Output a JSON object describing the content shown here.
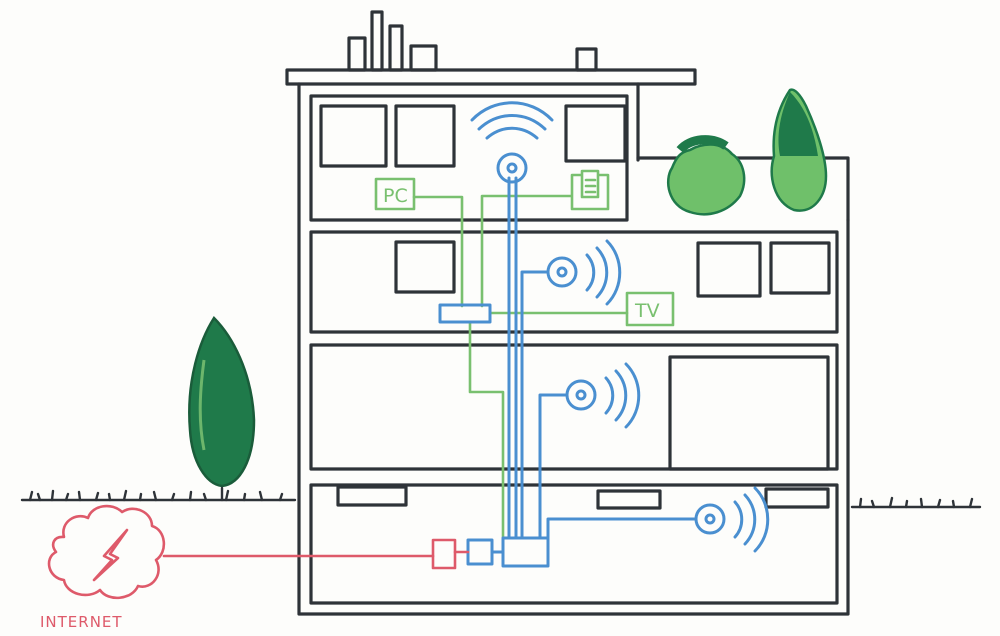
{
  "labels": {
    "pc": "PC",
    "tv": "TV",
    "internet": "INTERNET"
  },
  "colors": {
    "ink": "#2e3338",
    "wifi_cable": "#4a8fd0",
    "lan_cable": "#79c06f",
    "internet_line": "#de5a6a",
    "tree_dark": "#1f7a4a",
    "tree_light": "#8fd07a"
  },
  "icons": {
    "internet": "lightning-cloud-icon",
    "access_point": "wifi-access-point-icon",
    "printer": "printer-icon"
  }
}
